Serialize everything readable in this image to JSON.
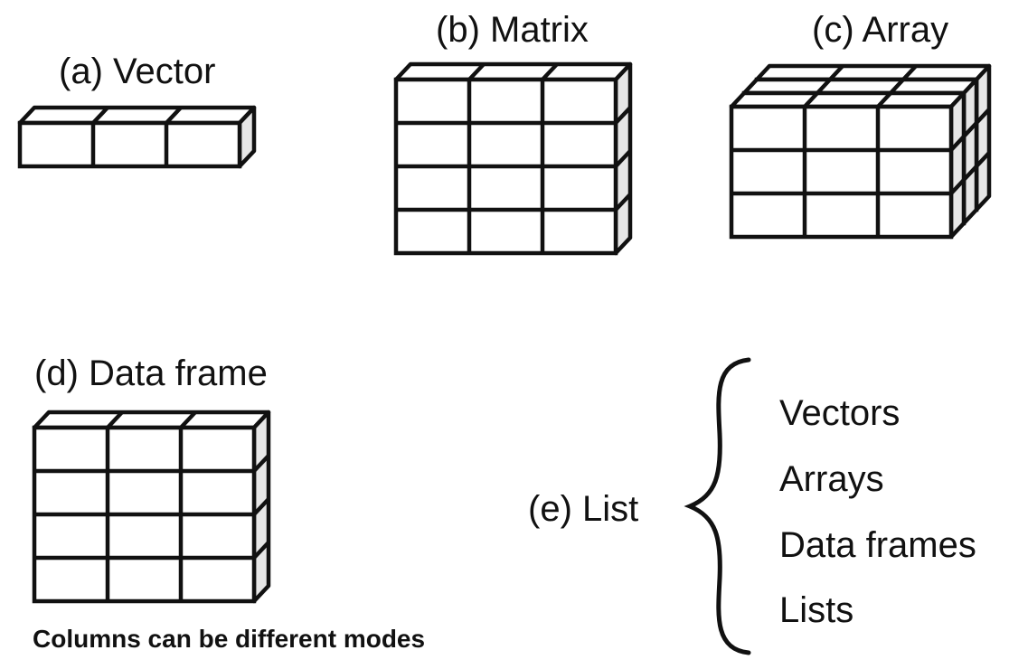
{
  "panels": {
    "vector": {
      "label": "(a) Vector"
    },
    "matrix": {
      "label": "(b) Matrix"
    },
    "array": {
      "label": "(c) Array"
    },
    "data_frame": {
      "label": "(d) Data frame",
      "note": "Columns can be different modes"
    },
    "list": {
      "label": "(e) List",
      "items": [
        "Vectors",
        "Arrays",
        "Data frames",
        "Lists"
      ]
    }
  },
  "colors": {
    "stroke": "#111111",
    "side_face": "#e6e6e6",
    "front_face": "#ffffff"
  }
}
